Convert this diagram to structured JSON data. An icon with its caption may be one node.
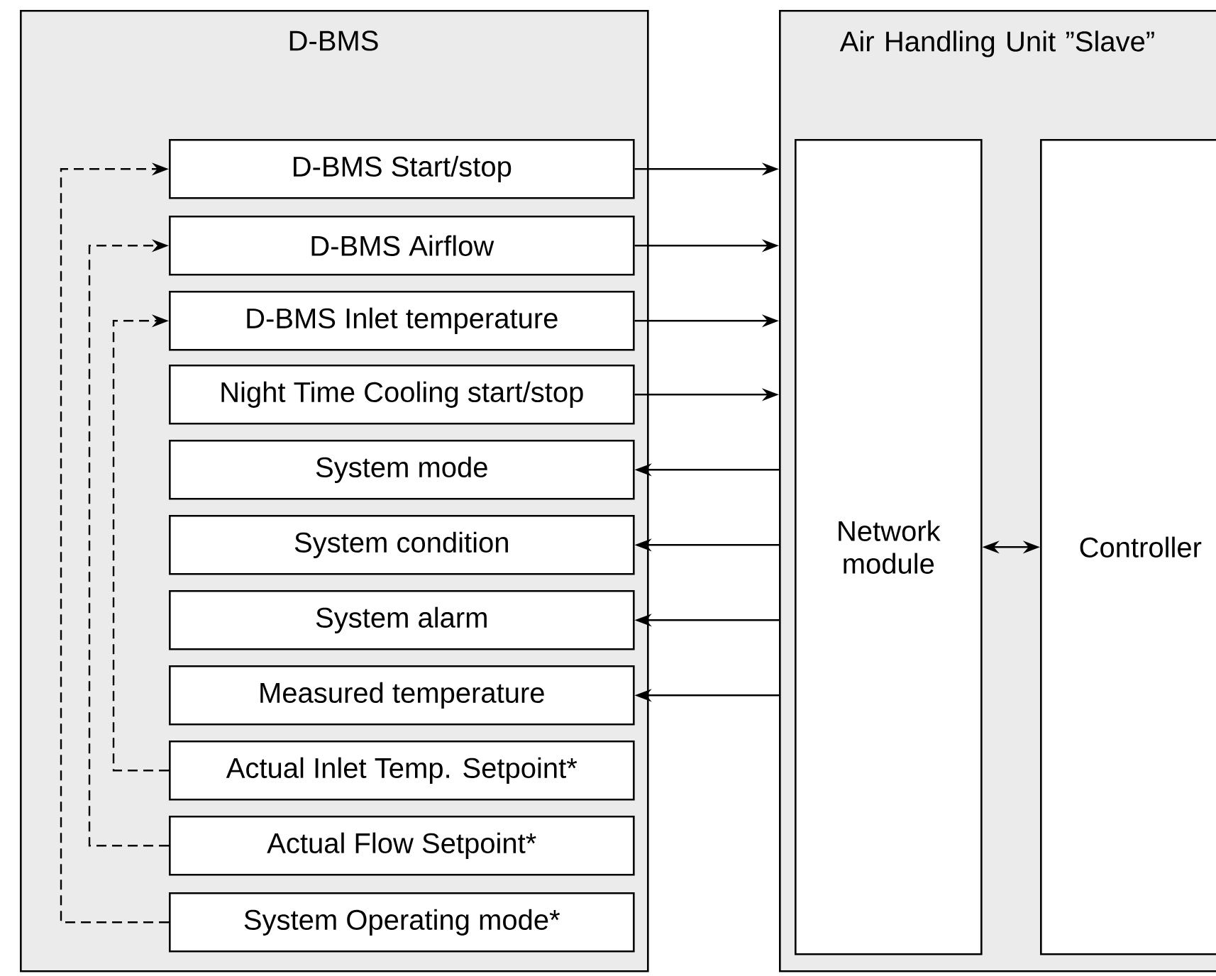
{
  "diagram": {
    "nodes": [
      {
        "text": [
          "D-BMS"
        ]
      },
      {
        "text": [
          "D-BMS Start/stop"
        ],
        "in": 0
      },
      {
        "text": [
          "D-BMS Airflow"
        ],
        "in": 0
      },
      {
        "text": [
          "D-BMS Inlet temperature"
        ],
        "in": 0
      },
      {
        "text": [
          "Night Time Cooling start/stop"
        ],
        "in": 0
      },
      {
        "text": [
          "System mode"
        ],
        "in": 0
      },
      {
        "text": [
          "System condition"
        ],
        "in": 0
      },
      {
        "text": [
          "System alarm"
        ],
        "in": 0
      },
      {
        "text": [
          "Measured temperature"
        ],
        "in": 0
      },
      {
        "text": [
          "Actual Inlet Temp. Setpoint*"
        ],
        "in": 0
      },
      {
        "text": [
          "Actual Flow Setpoint*"
        ],
        "in": 0
      },
      {
        "text": [
          "System Operating mode*"
        ],
        "in": 0
      },
      {
        "text": [
          "Air Handling Unit ”Slave”"
        ]
      },
      {
        "text": [
          "Network module"
        ],
        "in": 12
      },
      {
        "text": [
          "Controller"
        ],
        "in": 12
      }
    ],
    "edges": [
      {
        "from": 1,
        "to": 12,
        "arrow": "to"
      },
      {
        "from": 2,
        "to": 12,
        "arrow": "to"
      },
      {
        "from": 3,
        "to": 12,
        "arrow": "to"
      },
      {
        "from": 4,
        "to": 12,
        "arrow": "to"
      },
      {
        "from": 12,
        "to": 5,
        "arrow": "to"
      },
      {
        "from": 12,
        "to": 6,
        "arrow": "to"
      },
      {
        "from": 12,
        "to": 7,
        "arrow": "to"
      },
      {
        "from": 12,
        "to": 8,
        "arrow": "to"
      },
      {
        "from": 13,
        "to": 14,
        "arrow": "both"
      },
      {
        "from": 9,
        "to": 3,
        "arrow": "to",
        "style": "dashed"
      },
      {
        "from": 10,
        "to": 2,
        "arrow": "to",
        "style": "dashed"
      },
      {
        "from": 11,
        "to": 1,
        "arrow": "to",
        "style": "dashed"
      }
    ]
  }
}
